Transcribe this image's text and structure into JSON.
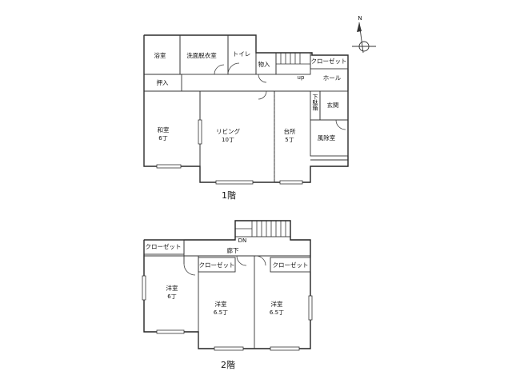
{
  "compass": {
    "north_label": "N"
  },
  "floor1": {
    "label": "1階",
    "rooms": {
      "bath": "浴室",
      "washroom": "洗面脱衣室",
      "toilet": "トイレ",
      "storage": "物入",
      "closet": "クローゼット",
      "hall": "ホール",
      "oshiire": "押入",
      "washitsu": {
        "name": "和室",
        "size": "6丁"
      },
      "living": {
        "name": "リビング",
        "size": "10丁"
      },
      "kitchen": {
        "name": "台所",
        "size": "5丁"
      },
      "shoe_box": "下駄箱",
      "entrance": "玄関",
      "wind_room": "風除室"
    },
    "stairs_label": "up"
  },
  "floor2": {
    "label": "2階",
    "stairs_label": "DN",
    "rooms": {
      "corridor": "廊下",
      "closet_left": "クローゼット",
      "closet_mid": "クローゼット",
      "closet_right": "クローゼット",
      "western_left": {
        "name": "洋室",
        "size": "6丁"
      },
      "western_mid": {
        "name": "洋室",
        "size": "6.5丁"
      },
      "western_right": {
        "name": "洋室",
        "size": "6.5丁"
      }
    }
  }
}
